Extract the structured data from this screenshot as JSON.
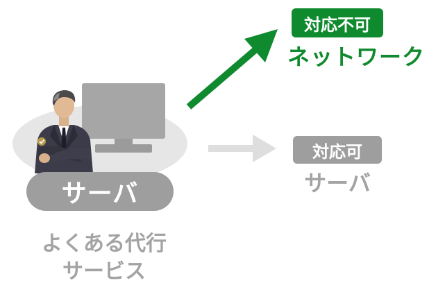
{
  "left": {
    "server_label": "サーバ",
    "provider_line1": "よくある代行",
    "provider_line2": "サービス"
  },
  "right_top": {
    "badge": "対応不可",
    "label": "ネットワーク",
    "color": "#0f8a2e"
  },
  "right_bottom": {
    "badge": "対応可",
    "label": "サーバ",
    "color": "#9e9e9e"
  }
}
